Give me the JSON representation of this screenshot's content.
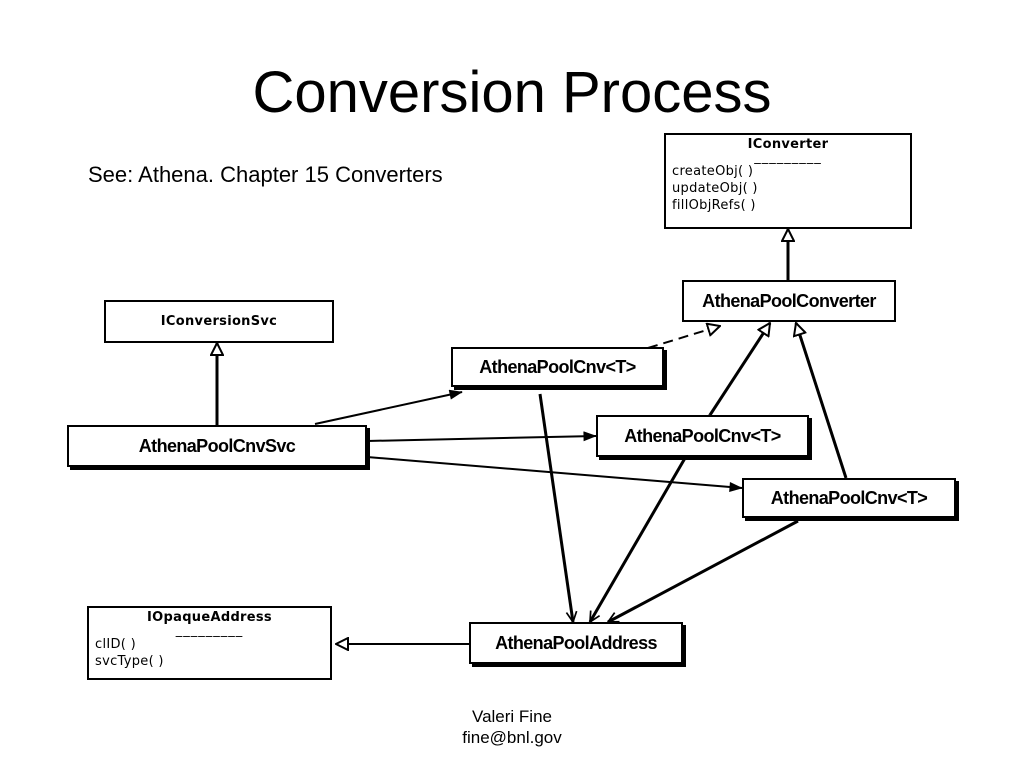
{
  "slide": {
    "title": "Conversion Process",
    "subtitle": "See: Athena. Chapter 15 Converters",
    "footer": {
      "author": "Valeri Fine",
      "email": "fine@bnl.gov"
    }
  },
  "diagram": {
    "iconverter": {
      "name": "IConverter",
      "separator": "_________",
      "operations": [
        "createObj( )",
        "updateObj( )",
        "fillObjRefs( )"
      ]
    },
    "athena_pool_converter": {
      "name": "AthenaPoolConverter"
    },
    "iconversion_svc": {
      "name": "IConversionSvc"
    },
    "athena_pool_cnv_1": {
      "name": "AthenaPoolCnv<T>"
    },
    "athena_pool_cnv_2": {
      "name": "AthenaPoolCnv<T>"
    },
    "athena_pool_cnv_3": {
      "name": "AthenaPoolCnv<T>"
    },
    "athena_pool_cnv_svc": {
      "name": "AthenaPoolCnvSvc"
    },
    "iopaque_address": {
      "name": "IOpaqueAddress",
      "separator": "_________",
      "operations": [
        "clID( )",
        "svcType( )"
      ]
    },
    "athena_pool_address": {
      "name": "AthenaPoolAddress"
    }
  }
}
